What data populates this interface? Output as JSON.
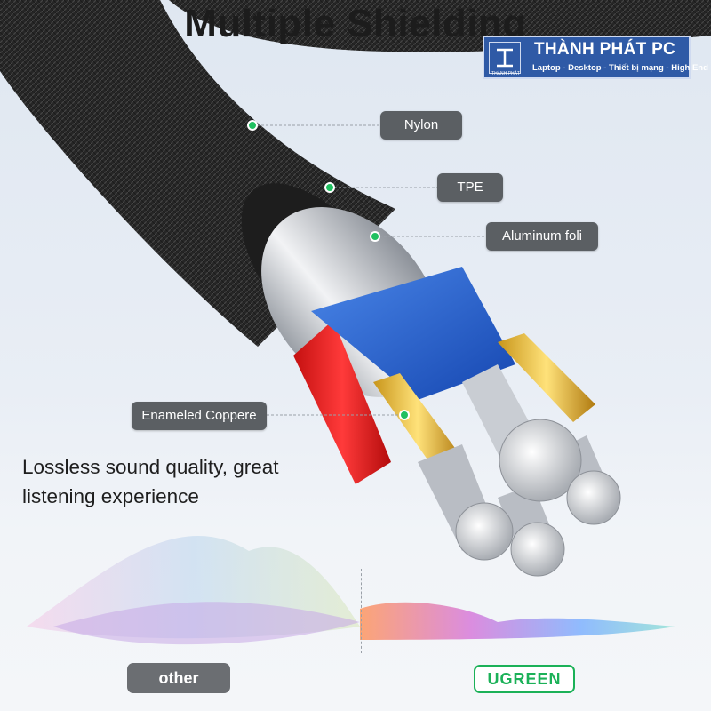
{
  "title": "Multiple Shielding",
  "brand": {
    "name": "THÀNH PHÁT PC",
    "tagline": "Laptop - Desktop - Thiết bị mạng - High End",
    "logo_text": "THÀNH PHÁT"
  },
  "labels": {
    "nylon": "Nylon",
    "tpe": "TPE",
    "aluminum": "Aluminum foli",
    "copper": "Enameled Coppere"
  },
  "description": [
    "Lossless sound quality, great",
    "listening experience"
  ],
  "comparison": {
    "left": "other",
    "right": "UGREEN"
  },
  "colors": {
    "brand_bg": "#2f5aa6",
    "pill_bg": "#5b5f63",
    "ugreen_green": "#1bb158",
    "dot_green": "#20c060",
    "cable_black": "#2a2a2a"
  }
}
